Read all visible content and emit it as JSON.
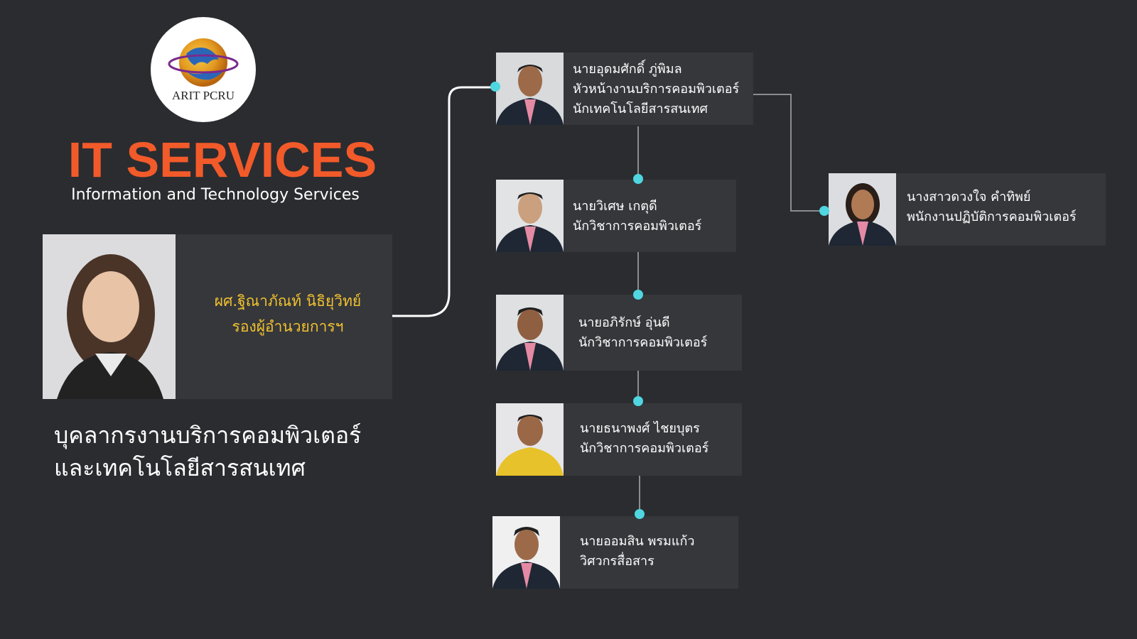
{
  "logo": {
    "text": "ARIT PCRU",
    "icon": "globe-icon"
  },
  "header": {
    "title": "IT SERVICES",
    "subtitle": "Information and Technology Services"
  },
  "director": {
    "name": "ผศ.ฐิณาภัณท์ นิธิยุวิทย์",
    "position": "รองผู้อำนวยการฯ"
  },
  "department": {
    "line1": "บุคลากรงานบริการคอมพิวเตอร์",
    "line2": "และเทคโนโลยีสารสนเทศ"
  },
  "staff": [
    {
      "name": "นายอุดมศักดิ์ ภู่พิมล",
      "titles": [
        "หัวหน้างานบริการคอมพิวเตอร์",
        "นักเทคโนโลยีสารสนเทศ"
      ]
    },
    {
      "name": "นายวิเศษ เกตุดี",
      "titles": [
        "นักวิชาการคอมพิวเตอร์"
      ]
    },
    {
      "name": "นายอภิรักษ์ อุ่นดี",
      "titles": [
        "นักวิชาการคอมพิวเตอร์"
      ]
    },
    {
      "name": "นายธนาพงศ์ ไชยบุตร",
      "titles": [
        "นักวิชาการคอมพิวเตอร์"
      ]
    },
    {
      "name": "นายออมสิน พรมแก้ว",
      "titles": [
        "วิศวกรสื่อสาร"
      ]
    },
    {
      "name": "นางสาวดวงใจ คำทิพย์",
      "titles": [
        "พนักงานปฏิบัติการคอมพิวเตอร์"
      ]
    }
  ],
  "colors": {
    "background": "#2a2c30",
    "card": "#35373b",
    "title": "#f25a2a",
    "director_text": "#f2c12e",
    "connector_dot": "#4fd6e0",
    "connector_line": "#8a8c90"
  }
}
